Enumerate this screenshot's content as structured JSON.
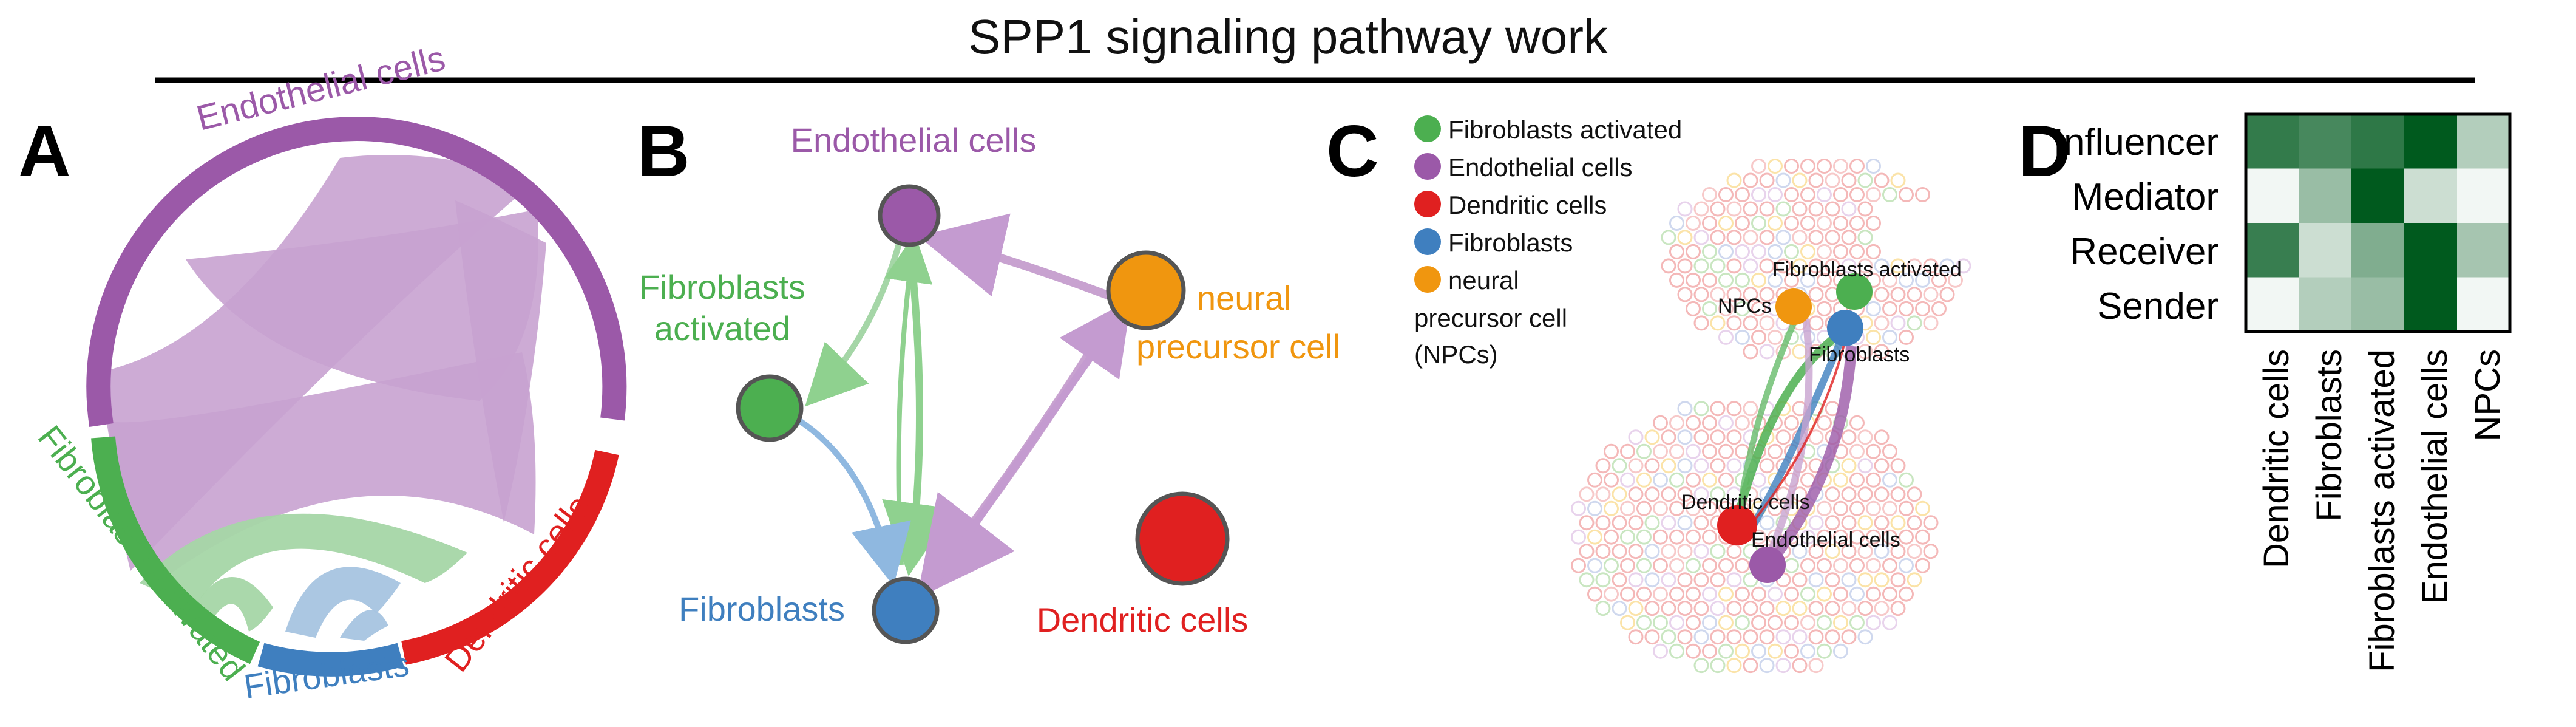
{
  "title": "SPP1 signaling pathway work",
  "colors": {
    "endothelial": "#9b59a8",
    "fibroblasts_activated": "#4caf50",
    "fibroblasts": "#3f7fbf",
    "dendritic": "#e02020",
    "npc": "#f0960f",
    "heat_dark": "#005a1e"
  },
  "panelA": {
    "letter": "A",
    "labels": {
      "endothelial": "Endothelial cells",
      "fibroblasts_activated": "Fibroblasts activated",
      "fibroblasts": "Fibroblasts",
      "dendritic": "Dendritic cells"
    }
  },
  "panelB": {
    "letter": "B",
    "labels": {
      "endothelial": "Endothelial cells",
      "fib_act_1": "Fibroblasts",
      "fib_act_2": "activated",
      "npc_1": "neural",
      "npc_2": "precursor cell",
      "fibroblasts": "Fibroblasts",
      "dendritic": "Dendritic cells"
    }
  },
  "panelC": {
    "letter": "C",
    "legend": [
      {
        "label": "Fibroblasts activated",
        "color": "#4caf50"
      },
      {
        "label": "Endothelial cells",
        "color": "#9b59a8"
      },
      {
        "label": "Dendritic cells",
        "color": "#e02020"
      },
      {
        "label": "Fibroblasts",
        "color": "#3f7fbf"
      },
      {
        "label": "neural",
        "color": "#f0960f"
      }
    ],
    "legend_extra": [
      "precursor cell",
      "(NPCs)"
    ],
    "node_labels": {
      "fib_act": "Fibroblasts activated",
      "npcs": "NPCs",
      "fibroblasts": "Fibroblasts",
      "dendritic": "Dendritic cells",
      "endothelial": "Endothelial cells"
    }
  },
  "panelD": {
    "letter": "D",
    "rows": [
      "Influencer",
      "Mediator",
      "Receiver",
      "Sender"
    ],
    "cols": [
      "Dendritic cells",
      "Fibroblasts",
      "Fibroblasts activated",
      "Endothelial cells",
      "NPCs"
    ],
    "values": [
      [
        0.8,
        0.72,
        0.82,
        1.0,
        0.3
      ],
      [
        0.05,
        0.4,
        1.0,
        0.2,
        0.05
      ],
      [
        0.78,
        0.2,
        0.5,
        1.0,
        0.35
      ],
      [
        0.05,
        0.3,
        0.4,
        1.0,
        0.05
      ]
    ]
  }
}
